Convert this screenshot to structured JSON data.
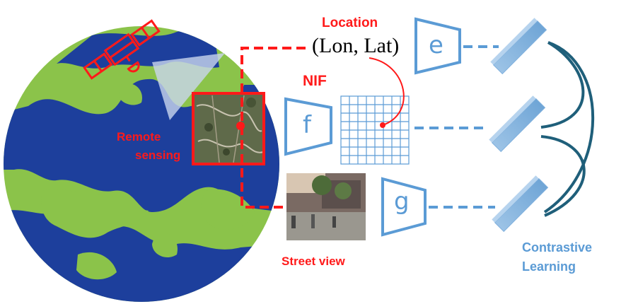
{
  "labels": {
    "location_title": "Location",
    "location_coords": "(Lon, Lat)",
    "nif": "NIF",
    "remote_sensing_line1": "Remote",
    "remote_sensing_line2": "sensing",
    "street_view": "Street view",
    "contrastive_line1": "Contrastive",
    "contrastive_line2": "Learning"
  },
  "encoders": {
    "e": "e",
    "f": "f",
    "g": "g"
  },
  "icons": [
    "satellite-icon",
    "globe",
    "remote-sensing-image",
    "street-view-photo",
    "nif-grid",
    "encoder-e",
    "encoder-f",
    "encoder-g",
    "embedding-bars"
  ],
  "colors": {
    "accent_red": "#ff1a1a",
    "accent_blue": "#5b9bd5",
    "ocean": "#1d3f9c",
    "land": "#8bc34a",
    "arc": "#1f5f7a"
  }
}
